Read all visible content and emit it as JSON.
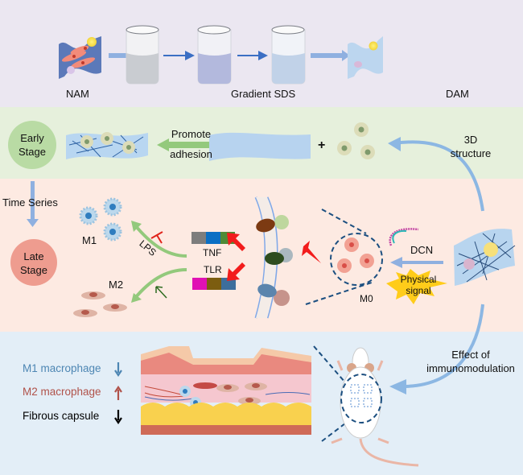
{
  "panels": {
    "decellularization": {
      "labels": {
        "nam": "NAM",
        "gradient_sds": "Gradient SDS",
        "dam": "DAM"
      }
    },
    "adhesion": {
      "early_stage": [
        "Early",
        "Stage"
      ],
      "promote_adhesion": [
        "Promote",
        "adhesion"
      ],
      "plus": "+",
      "structure_3d": [
        "3D",
        "structure"
      ]
    },
    "polarization": {
      "time_series": "Time Series",
      "late_stage": [
        "Late",
        "Stage"
      ],
      "m1": "M1",
      "m2": "M2",
      "lps": "LPS",
      "tnf": "TNF",
      "tlr": "TLR",
      "m0": "M0",
      "dcn": "DCN",
      "physical_signal": [
        "Physical",
        "signal"
      ],
      "tnf_colors": [
        "#7d7d7d",
        "#0b6fc4",
        "#4f8a36"
      ],
      "tlr_colors": [
        "#e011b4",
        "#7c5d10",
        "#3d6e9c"
      ]
    },
    "in_vivo": {
      "effect": [
        "Effect of",
        "immunomodulation"
      ],
      "legend": [
        {
          "label": "M1 macrophage",
          "trend": "down",
          "color": "#4d86b3"
        },
        {
          "label": "M2 macrophage",
          "trend": "up",
          "color": "#b0524a"
        },
        {
          "label": "Fibrous capsule",
          "trend": "down",
          "color": "#000000"
        }
      ]
    }
  },
  "colors": {
    "panel1_bg": "#ebe7f1",
    "panel2_bg": "#e6f0dc",
    "panel3_bg": "#fdeae2",
    "panel4_bg": "#e3eef7",
    "flow_arrow": "#8fb0e0",
    "curve_arrow": "#8cb7e3",
    "green_arrow": "#93c97c",
    "red_signal": "#f21c1c"
  }
}
